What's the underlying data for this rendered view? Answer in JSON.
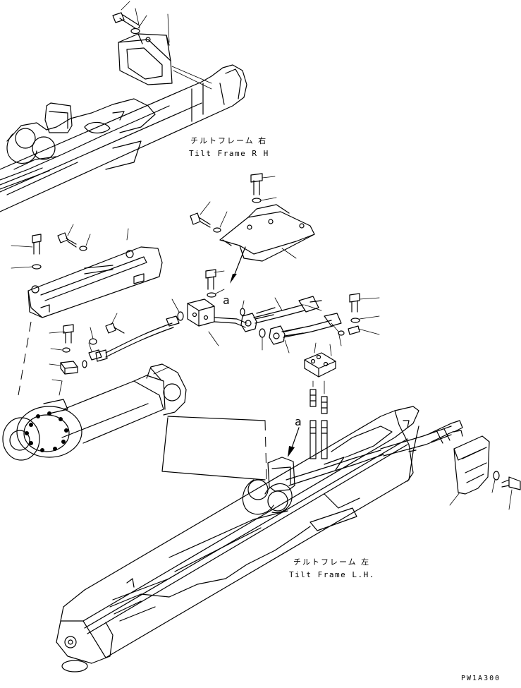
{
  "labels": {
    "tilt_frame_rh_jp": "チルトフレーム 右",
    "tilt_frame_rh_en": "Tilt Frame R H",
    "tilt_frame_lh_jp": "チルトフレーム 左",
    "tilt_frame_lh_en": "Tilt Frame L.H.",
    "callout_a_upper": "a",
    "callout_a_lower": "a",
    "drawing_code": "PW1A300"
  }
}
